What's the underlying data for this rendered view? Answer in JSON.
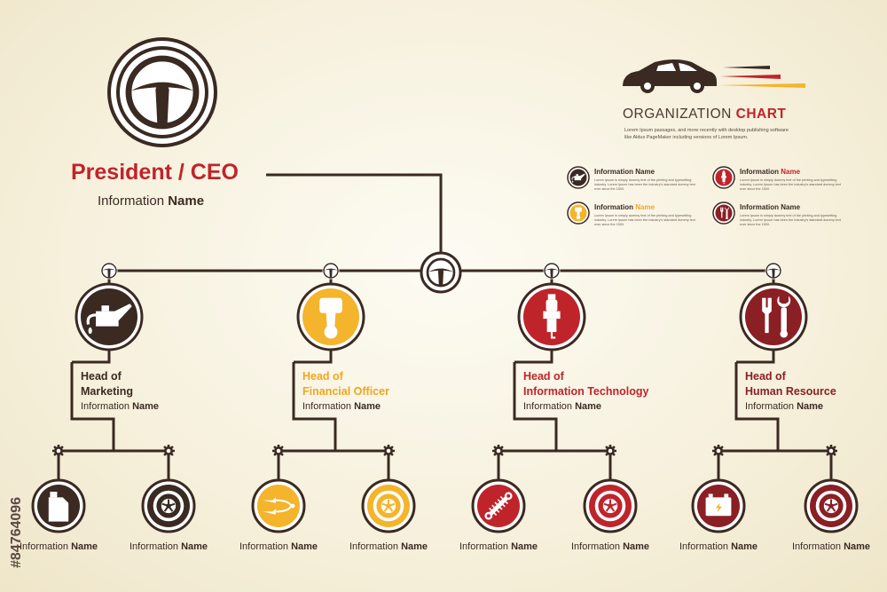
{
  "ceo": {
    "title": "President / CEO",
    "info_label": "Information",
    "info_name": "Name"
  },
  "org": {
    "title_main": "ORGANIZATION",
    "title_accent": "CHART",
    "description": "Lorem Ipsum passages, and more recently with desktop publishing software like Aldus PageMaker including versions of Lorem Ipsum."
  },
  "legend": [
    {
      "label": "Information",
      "name": "Name",
      "name_color": "#3a2a22",
      "desc": "Lorem Ipsum is simply dummy text of the printing and typesetting industry. Lorem Ipsum has been the industry's standard dummy text ever since the 1500.",
      "icon": "oil-can-icon",
      "color": "#3a2a22"
    },
    {
      "label": "Information",
      "name": "Name",
      "name_color": "#c0242b",
      "desc": "Lorem Ipsum is simply dummy text of the printing and typesetting industry. Lorem Ipsum has been the industry's standard dummy text ever since the 1500.",
      "icon": "spark-plug-icon",
      "color": "#c0242b"
    },
    {
      "label": "Information",
      "name": "Name",
      "name_color": "#f0a71e",
      "desc": "Lorem Ipsum is simply dummy text of the printing and typesetting industry. Lorem Ipsum has been the industry's standard dummy text ever since the 1500.",
      "icon": "piston-icon",
      "color": "#f4b42c"
    },
    {
      "label": "Information",
      "name": "Name",
      "name_color": "#3a2a22",
      "desc": "Lorem Ipsum is simply dummy text of the printing and typesetting industry. Lorem Ipsum has been the industry's standard dummy text ever since the 1500.",
      "icon": "tools-icon",
      "color": "#8a1f24"
    }
  ],
  "departments": [
    {
      "head_line1": "Head of",
      "head_line2": "Marketing",
      "head_color": "#3a2a22",
      "info_label": "Information",
      "info_name": "Name",
      "icon": "oil-can-icon",
      "color": "#3a2a22",
      "children": [
        {
          "label": "Information",
          "name": "Name",
          "icon": "oil-jug-icon"
        },
        {
          "label": "Information",
          "name": "Name",
          "icon": "wheel-icon"
        }
      ]
    },
    {
      "head_line1": "Head of",
      "head_line2": "Financial Officer",
      "head_color": "#f0a71e",
      "info_label": "Information",
      "info_name": "Name",
      "icon": "piston-icon",
      "color": "#f4b42c",
      "children": [
        {
          "label": "Information",
          "name": "Name",
          "icon": "jumper-cables-icon"
        },
        {
          "label": "Information",
          "name": "Name",
          "icon": "wheel-icon"
        }
      ]
    },
    {
      "head_line1": "Head of",
      "head_line2": "Information Technology",
      "head_color": "#c0242b",
      "info_label": "Information",
      "info_name": "Name",
      "icon": "spark-plug-icon",
      "color": "#c0242b",
      "children": [
        {
          "label": "Information",
          "name": "Name",
          "icon": "shock-absorber-icon"
        },
        {
          "label": "Information",
          "name": "Name",
          "icon": "wheel-icon"
        }
      ]
    },
    {
      "head_line1": "Head of",
      "head_line2": "Human Resource",
      "head_color": "#8a1f24",
      "info_label": "Information",
      "info_name": "Name",
      "icon": "tools-icon",
      "color": "#8a1f24",
      "children": [
        {
          "label": "Information",
          "name": "Name",
          "icon": "battery-icon"
        },
        {
          "label": "Information",
          "name": "Name",
          "icon": "wheel-icon"
        }
      ]
    }
  ],
  "watermark_id": "#84764096",
  "colors": {
    "line": "#3a2a22",
    "outline": "#3a2a22",
    "red": "#c0242b",
    "yellow": "#f4b42c",
    "maroon": "#8a1f24",
    "dark": "#3a2a22"
  }
}
